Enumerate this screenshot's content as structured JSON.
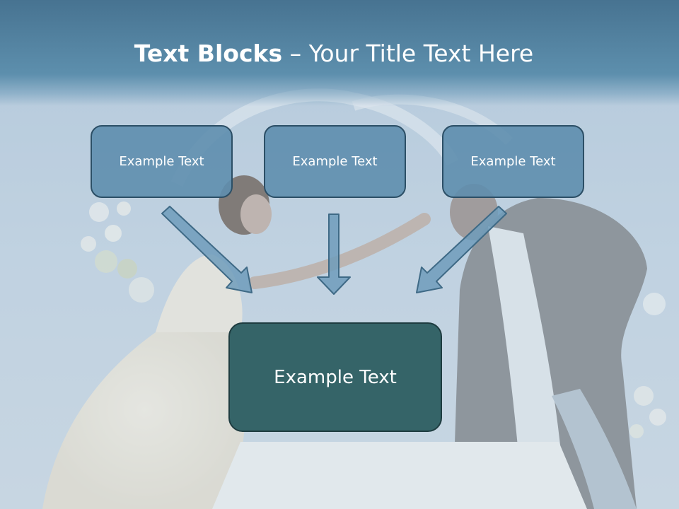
{
  "slide": {
    "title_bold": "Text Blocks",
    "title_dash": " – ",
    "title_rest": "Your Title Text Here"
  },
  "blocks": [
    {
      "label": "Example Text"
    },
    {
      "label": "Example Text"
    },
    {
      "label": "Example Text"
    }
  ],
  "center_block": {
    "label": "Example Text"
  },
  "colors": {
    "title_band": "#477391",
    "block_fill": "#5e8eae",
    "block_border": "#2c4f66",
    "center_fill": "#356468",
    "arrow_fill": "#6e9cbb",
    "arrow_stroke": "#3f6a86"
  }
}
